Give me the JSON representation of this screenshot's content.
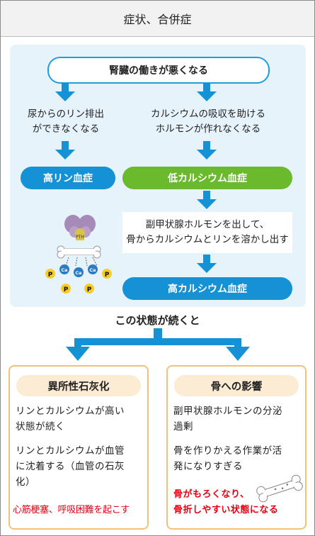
{
  "header": {
    "title": "症状、合併症"
  },
  "flow": {
    "kidney": "腎臓の働きが悪くなる",
    "cause_left": [
      "尿からのリン排出",
      "ができなくなる"
    ],
    "cause_right": [
      "カルシウムの吸収を助ける",
      "ホルモンが作れなくなる"
    ],
    "high_phosphorus": "高リン血症",
    "low_calcium": "低カルシウム血症",
    "pth_release": [
      "副甲状腺ホルモンを出して、",
      "骨からカルシウムとリンを溶かし出す"
    ],
    "high_calcium": "高カルシウム血症",
    "continue": "この状態が続くと"
  },
  "illustration": {
    "gland_label": "PTH",
    "phosphorus_label": "P",
    "calcium_label": "Ca"
  },
  "sections": {
    "left": {
      "title": "異所性石灰化",
      "step1": [
        "リンとカルシウムが高い",
        "状態が続く"
      ],
      "step2": [
        "リンとカルシウムが血管",
        "に沈着する（血管の石灰",
        "化）"
      ],
      "result": "心筋梗塞、呼吸困難を起こす"
    },
    "right": {
      "title": "骨への影響",
      "step1": [
        "副甲状腺ホルモンの分泌",
        "過剰"
      ],
      "step2": [
        "骨を作りかえる作業が活",
        "発になりすぎる"
      ],
      "result": [
        "骨がもろくなり、",
        "骨折しやすい状態になる"
      ]
    }
  },
  "colors": {
    "blue": "#1591d6",
    "green": "#6bb92d",
    "panel_blue": "#e6f3fb",
    "orange_border": "#f2c27a",
    "orange_fill": "#fdecd4",
    "red": "#e60012",
    "arrow_green": "#6bb92d"
  }
}
